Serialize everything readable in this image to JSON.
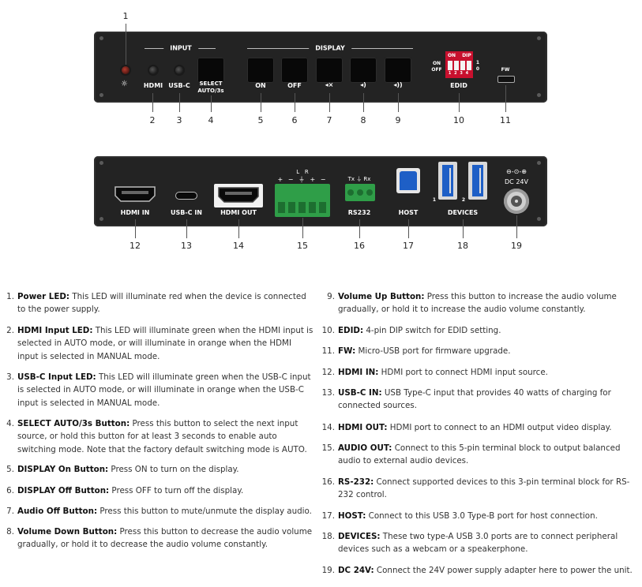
{
  "front_panel": {
    "input_header": "INPUT",
    "display_header": "DISPLAY",
    "labels": {
      "hdmi": "HDMI",
      "usbc": "USB-C",
      "select_line1": "SELECT",
      "select_line2": "AUTO/3s",
      "on": "ON",
      "off": "OFF",
      "edid": "EDID",
      "fw": "FW",
      "dip_on": "ON",
      "dip_off": "OFF",
      "dip_on_top": "ON",
      "dip_dip": "DIP",
      "dip_1": "1",
      "dip_0": "0",
      "dip_nums": "1 2 3 4"
    },
    "callouts": [
      "1",
      "2",
      "3",
      "4",
      "5",
      "6",
      "7",
      "8",
      "9",
      "10",
      "11"
    ]
  },
  "rear_panel": {
    "labels": {
      "hdmi_in": "HDMI IN",
      "usbc_in": "USB-C IN",
      "hdmi_out": "HDMI OUT",
      "audio_top": "+ − ⏚ + −",
      "audio_lr": "L   R",
      "rs232_top": "Tx ⏚ Rx",
      "rs232": "RS232",
      "host": "HOST",
      "devices": "DEVICES",
      "dc_symbol": "⊖-⊙-⊕",
      "dc": "DC 24V",
      "dev1": "1",
      "dev2": "2"
    },
    "callouts": [
      "12",
      "13",
      "14",
      "15",
      "16",
      "17",
      "18",
      "19"
    ]
  },
  "descriptions": {
    "left": [
      {
        "num": "1.",
        "title": "Power LED:",
        "text": " This LED will illuminate red when the device is connected to the power supply."
      },
      {
        "num": "2.",
        "title": "HDMI Input LED:",
        "text": " This LED will illuminate green when the HDMI input is selected in AUTO mode, or will illuminate in orange when the HDMI input is selected in MANUAL mode."
      },
      {
        "num": "3.",
        "title": "USB-C Input LED:",
        "text": " This LED will illuminate green when the USB-C input is selected in AUTO mode, or will illuminate in orange when the USB-C input is selected in MANUAL mode."
      },
      {
        "num": "4.",
        "title": "SELECT AUTO/3s Button:",
        "text": " Press this button to select the next input source, or hold this button for at least 3 seconds to enable auto switching mode. Note that the factory default switching mode is AUTO."
      },
      {
        "num": "5.",
        "title": "DISPLAY On Button:",
        "text": " Press ON to turn on the display."
      },
      {
        "num": "6.",
        "title": "DISPLAY Off Button:",
        "text": " Press OFF to turn off the display."
      },
      {
        "num": "7.",
        "title": "Audio Off Button:",
        "text": " Press this button to mute/unmute the display audio."
      },
      {
        "num": "8.",
        "title": "Volume Down Button:",
        "text": " Press this button to decrease the audio volume gradually, or hold it to decrease the audio volume constantly."
      }
    ],
    "right": [
      {
        "num": "9.",
        "title": "Volume Up Button:",
        "text": " Press this button to increase the audio volume gradually, or hold it to increase the audio volume constantly."
      },
      {
        "num": "10.",
        "title": "EDID:",
        "text": " 4-pin DIP switch for EDID setting."
      },
      {
        "num": "11.",
        "title": "FW:",
        "text": " Micro-USB port for firmware upgrade."
      },
      {
        "num": "12.",
        "title": "HDMI IN:",
        "text": " HDMI port to connect HDMI input source."
      },
      {
        "num": "13.",
        "title": "USB-C IN:",
        "text": " USB Type-C input that provides 40 watts of charging for connected sources."
      },
      {
        "num": "14.",
        "title": "HDMI OUT:",
        "text": " HDMI port to connect to an HDMI output video display."
      },
      {
        "num": "15.",
        "title": "AUDIO OUT:",
        "text": " Connect to this 5-pin terminal block to output balanced audio to external audio devices."
      },
      {
        "num": "16.",
        "title": "RS-232:",
        "text": " Connect supported devices to this 3-pin terminal block for RS-232 control."
      },
      {
        "num": "17.",
        "title": "HOST:",
        "text": " Connect to this USB 3.0 Type-B port for host connection."
      },
      {
        "num": "18.",
        "title": "DEVICES:",
        "text": " These two type-A USB 3.0 ports are to connect peripheral devices such as a webcam or a speakerphone."
      },
      {
        "num": "19.",
        "title": "DC 24V:",
        "text": " Connect the 24V power supply adapter here to power the unit."
      }
    ]
  }
}
